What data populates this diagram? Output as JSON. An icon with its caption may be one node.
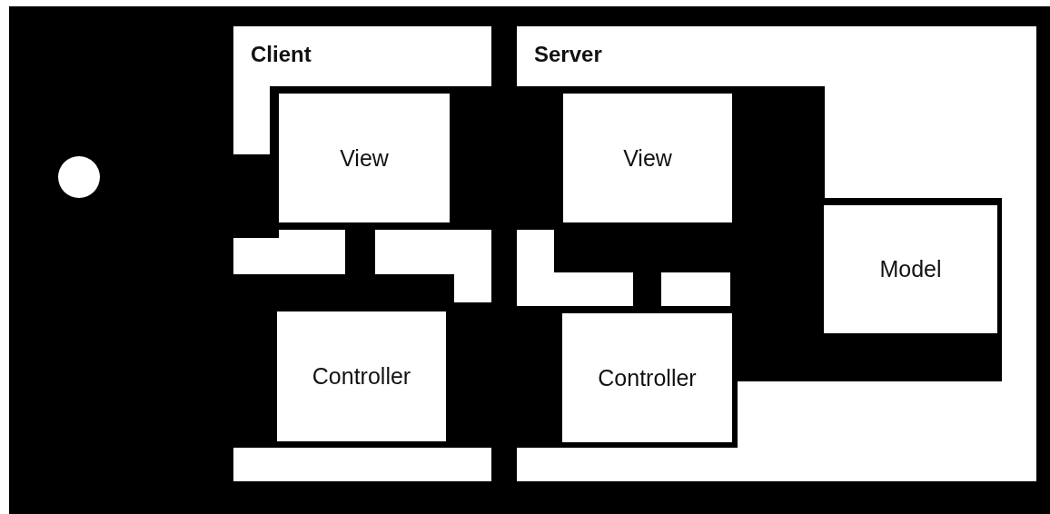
{
  "diagram": {
    "nodes": [
      {
        "text": [],
        "shape": "circle"
      },
      {
        "text": [
          "Client"
        ]
      },
      {
        "text": [
          "View"
        ],
        "in": 1
      },
      {
        "text": [
          "Controller"
        ],
        "in": 1
      },
      {
        "text": [
          "Server"
        ]
      },
      {
        "text": [
          "View"
        ],
        "in": 4
      },
      {
        "text": [
          "Controller"
        ],
        "in": 4
      },
      {
        "text": [
          "Model"
        ],
        "in": 4
      }
    ]
  }
}
